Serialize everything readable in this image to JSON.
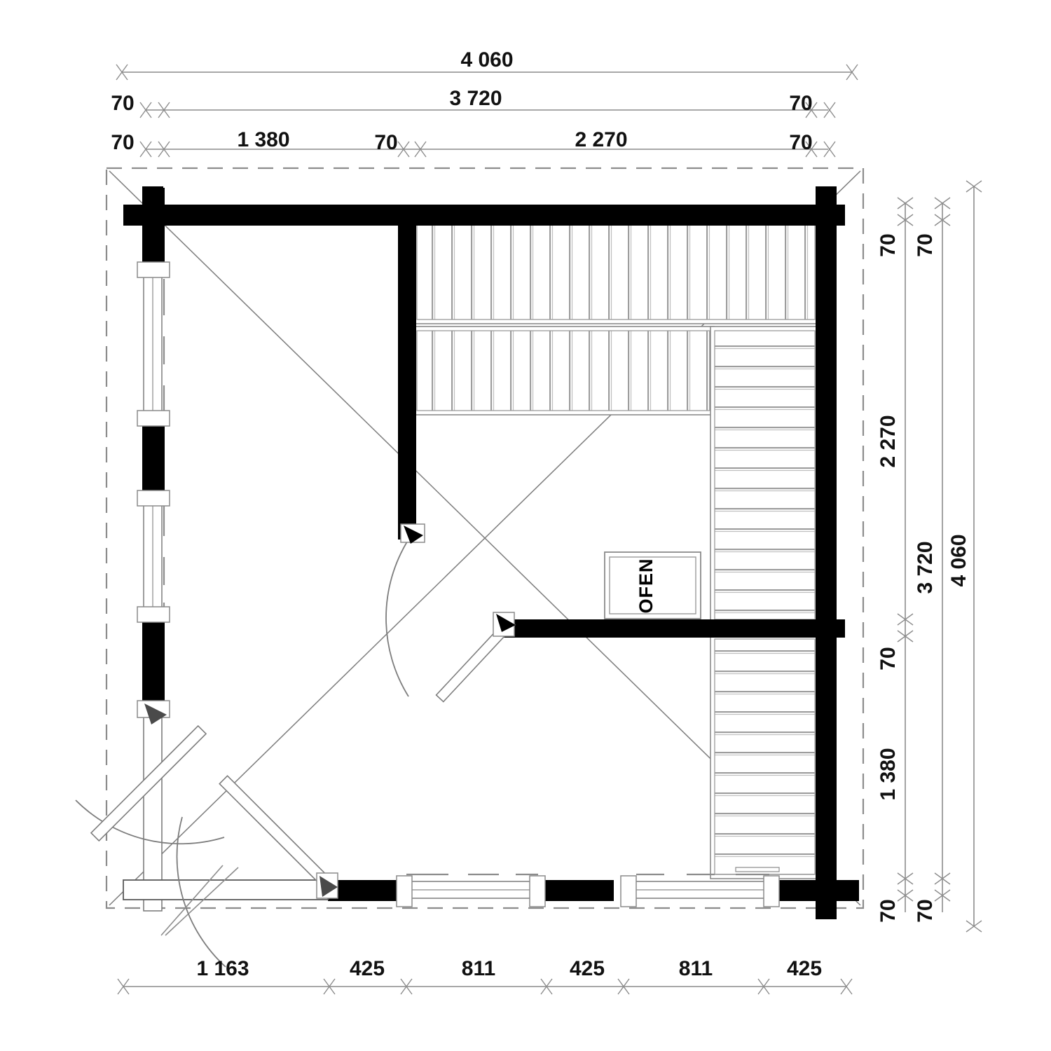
{
  "drawing": {
    "type": "architectural-floor-plan",
    "subject": "sauna cabin floor plan",
    "unit": "mm",
    "room_label": "OFEN"
  },
  "dimensions": {
    "top": [
      {
        "id": "overall-top",
        "label": "4 060"
      },
      {
        "id": "inner-top",
        "label": "3 720"
      },
      {
        "id": "segment-top",
        "labels": [
          "1 380",
          "2 270"
        ]
      }
    ],
    "top_wall_ticks": [
      {
        "label": "70"
      },
      {
        "label": "70"
      },
      {
        "label": "70"
      },
      {
        "label": "70"
      },
      {
        "label": "70"
      },
      {
        "label": "70"
      }
    ],
    "bottom": [
      {
        "label": "1 163"
      },
      {
        "label": "425"
      },
      {
        "label": "811"
      },
      {
        "label": "425"
      },
      {
        "label": "811"
      },
      {
        "label": "425"
      }
    ],
    "right": [
      {
        "id": "overall-right",
        "label": "4 060"
      },
      {
        "id": "inner-right",
        "label": "3 720"
      },
      {
        "id": "seg-right-upper",
        "label": "2 270"
      },
      {
        "id": "seg-right-lower",
        "label": "1 380"
      }
    ],
    "right_wall_ticks": [
      {
        "label": "70"
      },
      {
        "label": "70"
      },
      {
        "label": "70"
      },
      {
        "label": "70"
      },
      {
        "label": "70"
      }
    ]
  },
  "labels": {
    "d4060_top": "4 060",
    "d3720_top": "3 720",
    "d1380_top": "1 380",
    "d2270_top": "2 270",
    "d70": "70",
    "d1163_bottom": "1 163",
    "d425_a": "425",
    "d811_a": "811",
    "d425_b": "425",
    "d811_b": "811",
    "d425_c": "425",
    "d4060_right": "4 060",
    "d3720_right": "3 720",
    "d2270_right": "2 270",
    "d1380_right": "1 380",
    "ofen": "OFEN"
  },
  "colors": {
    "wall_solid": "#000000",
    "dimension_line": "#8c8c8c",
    "thin_line": "#7d7d7d",
    "bench_slat": "#9a9a9a",
    "dashed_outline": "#8c8c8c",
    "background": "#ffffff",
    "text": "#111111"
  },
  "plan_elements": {
    "exterior_walls": "solid black log walls with projecting corner joints",
    "interior_partition_vertical": "vertical partition from top wall down to door opening",
    "interior_partition_horizontal": "horizontal partition from door opening to right wall",
    "benches": [
      {
        "name": "upper-bench-top",
        "orientation": "vertical-slats"
      },
      {
        "name": "upper-bench-lower",
        "orientation": "vertical-slats"
      },
      {
        "name": "right-bench-upper",
        "orientation": "horizontal-slats"
      },
      {
        "name": "right-bench-lower",
        "orientation": "horizontal-slats"
      }
    ],
    "stove": {
      "name": "ofen",
      "label": "OFEN"
    },
    "doors": [
      {
        "name": "interior-door",
        "swing": "quarter-arc"
      },
      {
        "name": "exterior-door-left",
        "swing": "quarter-arc"
      },
      {
        "name": "exterior-door-bottom",
        "swing": "quarter-arc"
      }
    ],
    "windows": [
      {
        "name": "window-left-upper"
      },
      {
        "name": "window-left-lower"
      },
      {
        "name": "window-bottom-a"
      },
      {
        "name": "window-bottom-b"
      }
    ]
  }
}
